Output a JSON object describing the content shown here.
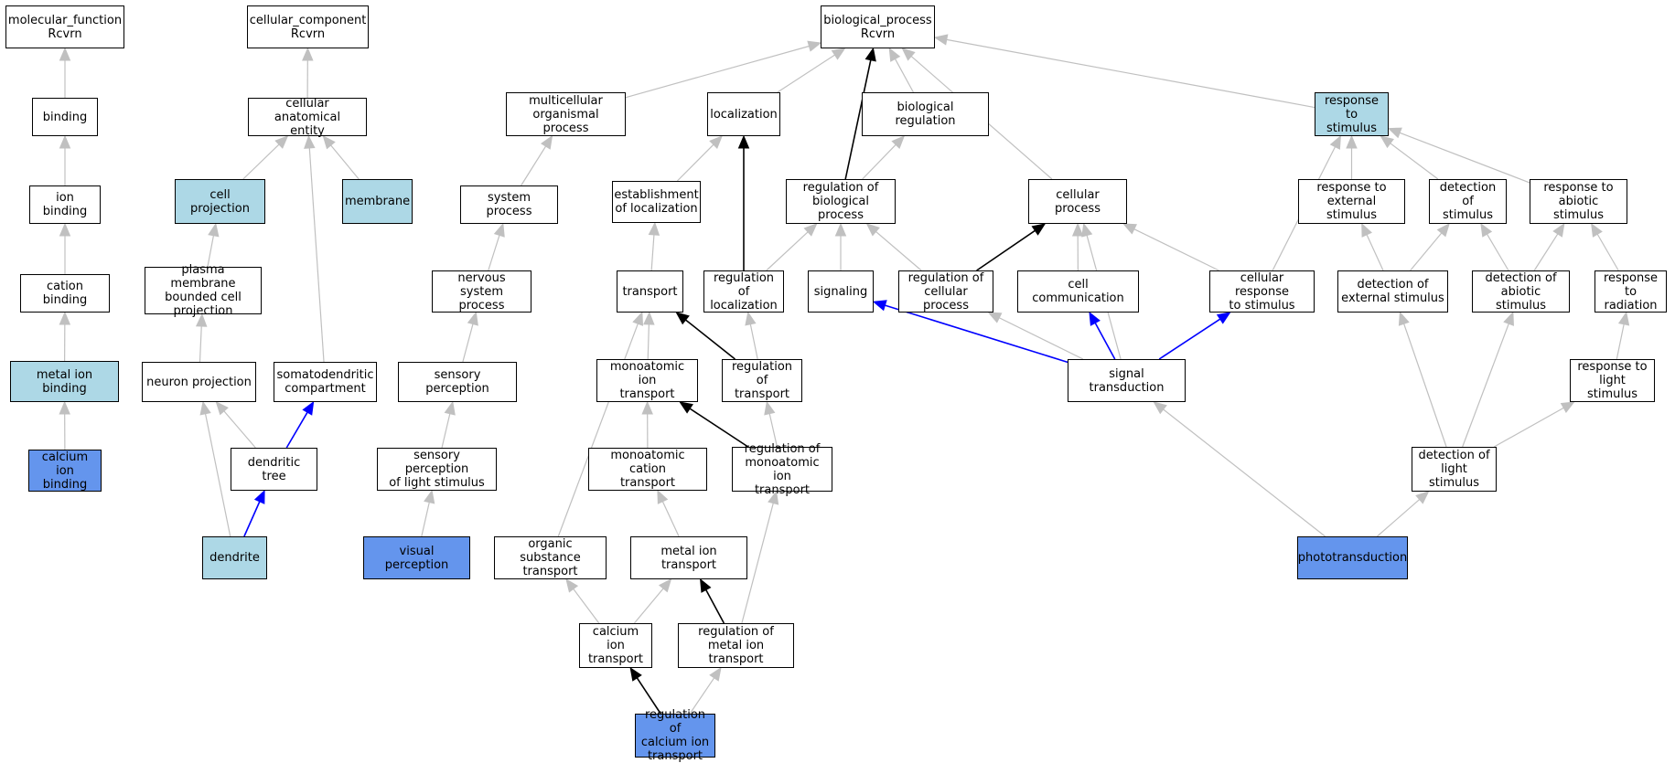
{
  "colors": {
    "edge_default": "#c0c0c0",
    "edge_regulation": "#000000",
    "edge_part_of": "#0000ff",
    "node_plain": "#ffffff",
    "node_ancestor_annotated": "#add8e6",
    "node_direct_annotated": "#6495ed"
  },
  "nodes": [
    {
      "id": "mf",
      "label": "molecular_function\nRcvrn",
      "style": "plain"
    },
    {
      "id": "binding",
      "label": "binding",
      "style": "plain"
    },
    {
      "id": "ionbind",
      "label": "ion binding",
      "style": "plain"
    },
    {
      "id": "cationbind",
      "label": "cation binding",
      "style": "plain"
    },
    {
      "id": "metalbind",
      "label": "metal ion binding",
      "style": "light"
    },
    {
      "id": "cabind",
      "label": "calcium ion\nbinding",
      "style": "blue"
    },
    {
      "id": "cc",
      "label": "cellular_component\nRcvrn",
      "style": "plain"
    },
    {
      "id": "cae",
      "label": "cellular anatomical\nentity",
      "style": "plain"
    },
    {
      "id": "cellproj",
      "label": "cell projection",
      "style": "light"
    },
    {
      "id": "membrane",
      "label": "membrane",
      "style": "light"
    },
    {
      "id": "pmbcp",
      "label": "plasma membrane\nbounded cell\nprojection",
      "style": "plain"
    },
    {
      "id": "neuronproj",
      "label": "neuron projection",
      "style": "plain"
    },
    {
      "id": "somato",
      "label": "somatodendritic\ncompartment",
      "style": "plain"
    },
    {
      "id": "dtree",
      "label": "dendritic tree",
      "style": "plain"
    },
    {
      "id": "dendrite",
      "label": "dendrite",
      "style": "light"
    },
    {
      "id": "bp",
      "label": "biological_process\nRcvrn",
      "style": "plain"
    },
    {
      "id": "multicell",
      "label": "multicellular\norganismal process",
      "style": "plain"
    },
    {
      "id": "sysproc",
      "label": "system process",
      "style": "plain"
    },
    {
      "id": "nsp",
      "label": "nervous system\nprocess",
      "style": "plain"
    },
    {
      "id": "sensperc",
      "label": "sensory perception",
      "style": "plain"
    },
    {
      "id": "splight",
      "label": "sensory perception\nof light stimulus",
      "style": "plain"
    },
    {
      "id": "visperc",
      "label": "visual perception",
      "style": "blue"
    },
    {
      "id": "local",
      "label": "localization",
      "style": "plain"
    },
    {
      "id": "estloc",
      "label": "establishment\nof localization",
      "style": "plain"
    },
    {
      "id": "transport",
      "label": "transport",
      "style": "plain"
    },
    {
      "id": "monoion",
      "label": "monoatomic ion\ntransport",
      "style": "plain"
    },
    {
      "id": "monocat",
      "label": "monoatomic cation\ntransport",
      "style": "plain"
    },
    {
      "id": "metaltr",
      "label": "metal ion transport",
      "style": "plain"
    },
    {
      "id": "orgsub",
      "label": "organic substance\ntransport",
      "style": "plain"
    },
    {
      "id": "catr",
      "label": "calcium ion\ntransport",
      "style": "plain"
    },
    {
      "id": "regcatr",
      "label": "regulation of\ncalcium ion\ntransport",
      "style": "blue"
    },
    {
      "id": "regmetal",
      "label": "regulation of\nmetal ion transport",
      "style": "plain"
    },
    {
      "id": "regmono",
      "label": "regulation of\nmonoatomic ion\ntransport",
      "style": "plain"
    },
    {
      "id": "regtrans",
      "label": "regulation of\ntransport",
      "style": "plain"
    },
    {
      "id": "regloc",
      "label": "regulation of\nlocalization",
      "style": "plain"
    },
    {
      "id": "bioreg",
      "label": "biological regulation",
      "style": "plain"
    },
    {
      "id": "regbp",
      "label": "regulation of\nbiological process",
      "style": "plain"
    },
    {
      "id": "signaling",
      "label": "signaling",
      "style": "plain"
    },
    {
      "id": "regcp",
      "label": "regulation of\ncellular process",
      "style": "plain"
    },
    {
      "id": "cellproc",
      "label": "cellular process",
      "style": "plain"
    },
    {
      "id": "cellcomm",
      "label": "cell communication",
      "style": "plain"
    },
    {
      "id": "cellresp",
      "label": "cellular response\nto stimulus",
      "style": "plain"
    },
    {
      "id": "sigtrans",
      "label": "signal transduction",
      "style": "plain"
    },
    {
      "id": "respstim",
      "label": "response to\nstimulus",
      "style": "light"
    },
    {
      "id": "respext",
      "label": "response to\nexternal stimulus",
      "style": "plain"
    },
    {
      "id": "detstim",
      "label": "detection of\nstimulus",
      "style": "plain"
    },
    {
      "id": "respabio",
      "label": "response to\nabiotic stimulus",
      "style": "plain"
    },
    {
      "id": "detext",
      "label": "detection of\nexternal stimulus",
      "style": "plain"
    },
    {
      "id": "detabio",
      "label": "detection of\nabiotic stimulus",
      "style": "plain"
    },
    {
      "id": "respradi",
      "label": "response to\nradiation",
      "style": "plain"
    },
    {
      "id": "resplight",
      "label": "response to\nlight stimulus",
      "style": "plain"
    },
    {
      "id": "detlight",
      "label": "detection of\nlight stimulus",
      "style": "plain"
    },
    {
      "id": "photo",
      "label": "phototransduction",
      "style": "blue"
    }
  ],
  "edges": [
    {
      "from": "binding",
      "to": "mf",
      "kind": "is_a"
    },
    {
      "from": "ionbind",
      "to": "binding",
      "kind": "is_a"
    },
    {
      "from": "cationbind",
      "to": "ionbind",
      "kind": "is_a"
    },
    {
      "from": "metalbind",
      "to": "cationbind",
      "kind": "is_a"
    },
    {
      "from": "cabind",
      "to": "metalbind",
      "kind": "is_a"
    },
    {
      "from": "cae",
      "to": "cc",
      "kind": "is_a"
    },
    {
      "from": "cellproj",
      "to": "cae",
      "kind": "is_a"
    },
    {
      "from": "membrane",
      "to": "cae",
      "kind": "is_a"
    },
    {
      "from": "somato",
      "to": "cae",
      "kind": "is_a"
    },
    {
      "from": "pmbcp",
      "to": "cellproj",
      "kind": "is_a"
    },
    {
      "from": "neuronproj",
      "to": "pmbcp",
      "kind": "is_a"
    },
    {
      "from": "dtree",
      "to": "neuronproj",
      "kind": "is_a"
    },
    {
      "from": "dendrite",
      "to": "neuronproj",
      "kind": "is_a"
    },
    {
      "from": "dtree",
      "to": "somato",
      "kind": "part_of"
    },
    {
      "from": "dendrite",
      "to": "dtree",
      "kind": "part_of"
    },
    {
      "from": "multicell",
      "to": "bp",
      "kind": "is_a"
    },
    {
      "from": "local",
      "to": "bp",
      "kind": "is_a"
    },
    {
      "from": "regbp",
      "to": "bp",
      "kind": "regulates"
    },
    {
      "from": "bioreg",
      "to": "bp",
      "kind": "is_a"
    },
    {
      "from": "cellproc",
      "to": "bp",
      "kind": "is_a"
    },
    {
      "from": "respstim",
      "to": "bp",
      "kind": "is_a"
    },
    {
      "from": "sysproc",
      "to": "multicell",
      "kind": "is_a"
    },
    {
      "from": "nsp",
      "to": "sysproc",
      "kind": "is_a"
    },
    {
      "from": "sensperc",
      "to": "nsp",
      "kind": "is_a"
    },
    {
      "from": "splight",
      "to": "sensperc",
      "kind": "is_a"
    },
    {
      "from": "visperc",
      "to": "splight",
      "kind": "is_a"
    },
    {
      "from": "estloc",
      "to": "local",
      "kind": "is_a"
    },
    {
      "from": "regloc",
      "to": "local",
      "kind": "regulates"
    },
    {
      "from": "transport",
      "to": "estloc",
      "kind": "is_a"
    },
    {
      "from": "monoion",
      "to": "transport",
      "kind": "is_a"
    },
    {
      "from": "regtrans",
      "to": "transport",
      "kind": "regulates"
    },
    {
      "from": "orgsub",
      "to": "transport",
      "kind": "is_a"
    },
    {
      "from": "monocat",
      "to": "monoion",
      "kind": "is_a"
    },
    {
      "from": "regmono",
      "to": "monoion",
      "kind": "regulates"
    },
    {
      "from": "metaltr",
      "to": "monocat",
      "kind": "is_a"
    },
    {
      "from": "catr",
      "to": "orgsub",
      "kind": "is_a"
    },
    {
      "from": "catr",
      "to": "metaltr",
      "kind": "is_a"
    },
    {
      "from": "regmetal",
      "to": "metaltr",
      "kind": "regulates"
    },
    {
      "from": "regcatr",
      "to": "catr",
      "kind": "regulates"
    },
    {
      "from": "regcatr",
      "to": "regmetal",
      "kind": "is_a"
    },
    {
      "from": "regmetal",
      "to": "regmono",
      "kind": "is_a"
    },
    {
      "from": "regmono",
      "to": "regtrans",
      "kind": "is_a"
    },
    {
      "from": "regtrans",
      "to": "regloc",
      "kind": "is_a"
    },
    {
      "from": "regloc",
      "to": "regbp",
      "kind": "is_a"
    },
    {
      "from": "regbp",
      "to": "bioreg",
      "kind": "is_a"
    },
    {
      "from": "signaling",
      "to": "regbp",
      "kind": "is_a"
    },
    {
      "from": "regcp",
      "to": "regbp",
      "kind": "is_a"
    },
    {
      "from": "regcp",
      "to": "cellproc",
      "kind": "regulates"
    },
    {
      "from": "cellcomm",
      "to": "cellproc",
      "kind": "is_a"
    },
    {
      "from": "cellresp",
      "to": "cellproc",
      "kind": "is_a"
    },
    {
      "from": "sigtrans",
      "to": "cellproc",
      "kind": "is_a"
    },
    {
      "from": "sigtrans",
      "to": "signaling",
      "kind": "part_of"
    },
    {
      "from": "sigtrans",
      "to": "regcp",
      "kind": "is_a"
    },
    {
      "from": "sigtrans",
      "to": "cellcomm",
      "kind": "part_of"
    },
    {
      "from": "sigtrans",
      "to": "cellresp",
      "kind": "part_of"
    },
    {
      "from": "cellresp",
      "to": "respstim",
      "kind": "is_a"
    },
    {
      "from": "respext",
      "to": "respstim",
      "kind": "is_a"
    },
    {
      "from": "detstim",
      "to": "respstim",
      "kind": "is_a"
    },
    {
      "from": "respabio",
      "to": "respstim",
      "kind": "is_a"
    },
    {
      "from": "detext",
      "to": "respext",
      "kind": "is_a"
    },
    {
      "from": "detext",
      "to": "detstim",
      "kind": "is_a"
    },
    {
      "from": "detabio",
      "to": "detstim",
      "kind": "is_a"
    },
    {
      "from": "detabio",
      "to": "respabio",
      "kind": "is_a"
    },
    {
      "from": "respradi",
      "to": "respabio",
      "kind": "is_a"
    },
    {
      "from": "resplight",
      "to": "respradi",
      "kind": "is_a"
    },
    {
      "from": "detlight",
      "to": "detext",
      "kind": "is_a"
    },
    {
      "from": "detlight",
      "to": "detabio",
      "kind": "is_a"
    },
    {
      "from": "detlight",
      "to": "resplight",
      "kind": "is_a"
    },
    {
      "from": "photo",
      "to": "detlight",
      "kind": "is_a"
    },
    {
      "from": "photo",
      "to": "sigtrans",
      "kind": "is_a"
    }
  ]
}
